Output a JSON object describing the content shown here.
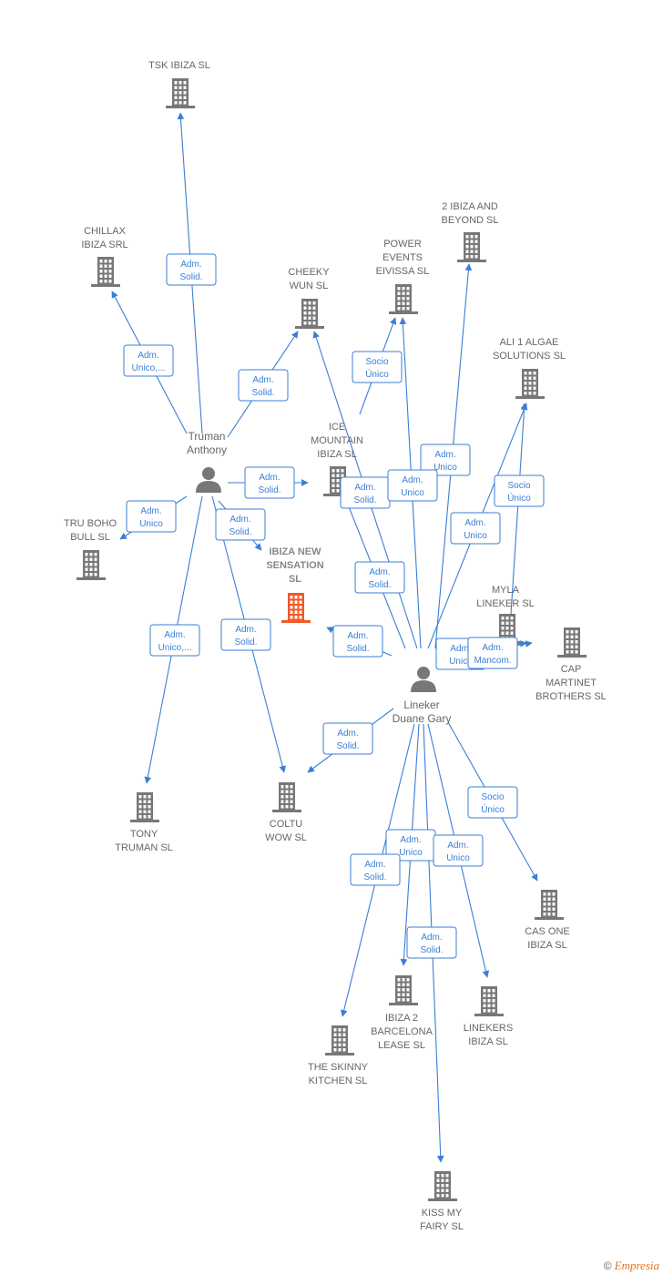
{
  "colors": {
    "edge": "#3a7fd5",
    "company": "#777777",
    "highlight": "#f05a28",
    "person": "#777777"
  },
  "people": [
    {
      "id": "truman",
      "name": [
        "Truman",
        "Anthony"
      ]
    },
    {
      "id": "lineker",
      "name": [
        "Lineker",
        "Duane Gary"
      ]
    }
  ],
  "companies": [
    {
      "id": "tsk",
      "name": [
        "TSK IBIZA  SL"
      ]
    },
    {
      "id": "chillax",
      "name": [
        "CHILLAX",
        "IBIZA SRL"
      ]
    },
    {
      "id": "cheeky",
      "name": [
        "CHEEKY",
        "WUN  SL"
      ]
    },
    {
      "id": "power",
      "name": [
        "POWER",
        "EVENTS",
        "EIVISSA SL"
      ]
    },
    {
      "id": "2ibiza",
      "name": [
        "2 IBIZA AND",
        "BEYOND  SL"
      ]
    },
    {
      "id": "ali",
      "name": [
        "ALI 1 ALGAE",
        "SOLUTIONS  SL"
      ]
    },
    {
      "id": "ice",
      "name": [
        "ICE",
        "MOUNTAIN",
        "IBIZA SL"
      ]
    },
    {
      "id": "truboho",
      "name": [
        "TRU BOHO",
        "BULL SL"
      ]
    },
    {
      "id": "ibizanew",
      "name": [
        "IBIZA NEW",
        "SENSATION",
        "SL"
      ],
      "highlight": true
    },
    {
      "id": "myla",
      "name": [
        "MYLA",
        "LINEKER  SL"
      ]
    },
    {
      "id": "cap",
      "name": [
        "CAP",
        "MARTINET",
        "BROTHERS  SL"
      ]
    },
    {
      "id": "tony",
      "name": [
        "TONY",
        "TRUMAN  SL"
      ]
    },
    {
      "id": "coltu",
      "name": [
        "COLTU",
        "WOW  SL"
      ]
    },
    {
      "id": "casone",
      "name": [
        "CAS ONE",
        "IBIZA  SL"
      ]
    },
    {
      "id": "ibiza2",
      "name": [
        "IBIZA 2",
        "BARCELONA",
        "LEASE  SL"
      ]
    },
    {
      "id": "linekers",
      "name": [
        "LINEKERS",
        "IBIZA  SL"
      ]
    },
    {
      "id": "skinny",
      "name": [
        "THE SKINNY",
        "KITCHEN  SL"
      ]
    },
    {
      "id": "kiss",
      "name": [
        "KISS MY",
        "FAIRY  SL"
      ]
    }
  ],
  "edges": [
    {
      "from": "truman",
      "to": "tsk",
      "label": [
        "Adm.",
        "Solid."
      ]
    },
    {
      "from": "truman",
      "to": "chillax",
      "label": [
        "Adm.",
        "Unico,..."
      ]
    },
    {
      "from": "truman",
      "to": "cheeky",
      "label": [
        "Adm.",
        "Solid."
      ]
    },
    {
      "from": "truman",
      "to": "ice",
      "label": [
        "Adm.",
        "Solid."
      ]
    },
    {
      "from": "truman",
      "to": "truboho",
      "label": [
        "Adm.",
        "Unico"
      ]
    },
    {
      "from": "truman",
      "to": "ibizanew",
      "label": [
        "Adm.",
        "Solid."
      ]
    },
    {
      "from": "truman",
      "to": "tony",
      "label": [
        "Adm.",
        "Unico,..."
      ]
    },
    {
      "from": "truman",
      "to": "coltu",
      "label": [
        "Adm.",
        "Solid."
      ]
    },
    {
      "from": "lineker",
      "to": "power",
      "label": [
        "Socio",
        "Único"
      ]
    },
    {
      "from": "lineker",
      "to": "2ibiza",
      "label": [
        "Adm.",
        "Unico"
      ]
    },
    {
      "from": "lineker",
      "to": "ali",
      "label": [
        "Adm.",
        "Unico"
      ]
    },
    {
      "from": "lineker",
      "to": "ali",
      "label": [
        "Socio",
        "Único"
      ]
    },
    {
      "from": "lineker",
      "to": "cheeky",
      "label": [
        "Adm.",
        "Solid."
      ]
    },
    {
      "from": "lineker",
      "to": "power",
      "label": [
        "Adm.",
        "Unico"
      ]
    },
    {
      "from": "lineker",
      "to": "ice",
      "label": [
        "Adm.",
        "Solid."
      ]
    },
    {
      "from": "lineker",
      "to": "ibizanew",
      "label": [
        "Adm.",
        "Solid."
      ]
    },
    {
      "from": "lineker",
      "to": "myla",
      "label": [
        "Adm.",
        "Unico"
      ]
    },
    {
      "from": "lineker",
      "to": "cap",
      "label": [
        "Adm.",
        "Mancom."
      ]
    },
    {
      "from": "lineker",
      "to": "coltu",
      "label": [
        "Adm.",
        "Solid."
      ]
    },
    {
      "from": "lineker",
      "to": "casone",
      "label": [
        "Socio",
        "Único"
      ]
    },
    {
      "from": "lineker",
      "to": "ibiza2",
      "label": [
        "Adm.",
        "Unico"
      ]
    },
    {
      "from": "lineker",
      "to": "linekers",
      "label": [
        "Adm.",
        "Unico"
      ]
    },
    {
      "from": "lineker",
      "to": "skinny",
      "label": [
        "Adm.",
        "Solid."
      ]
    },
    {
      "from": "lineker",
      "to": "kiss",
      "label": [
        "Adm.",
        "Solid."
      ]
    }
  ],
  "footer": {
    "copyright": "©",
    "brand": "Empresia"
  }
}
